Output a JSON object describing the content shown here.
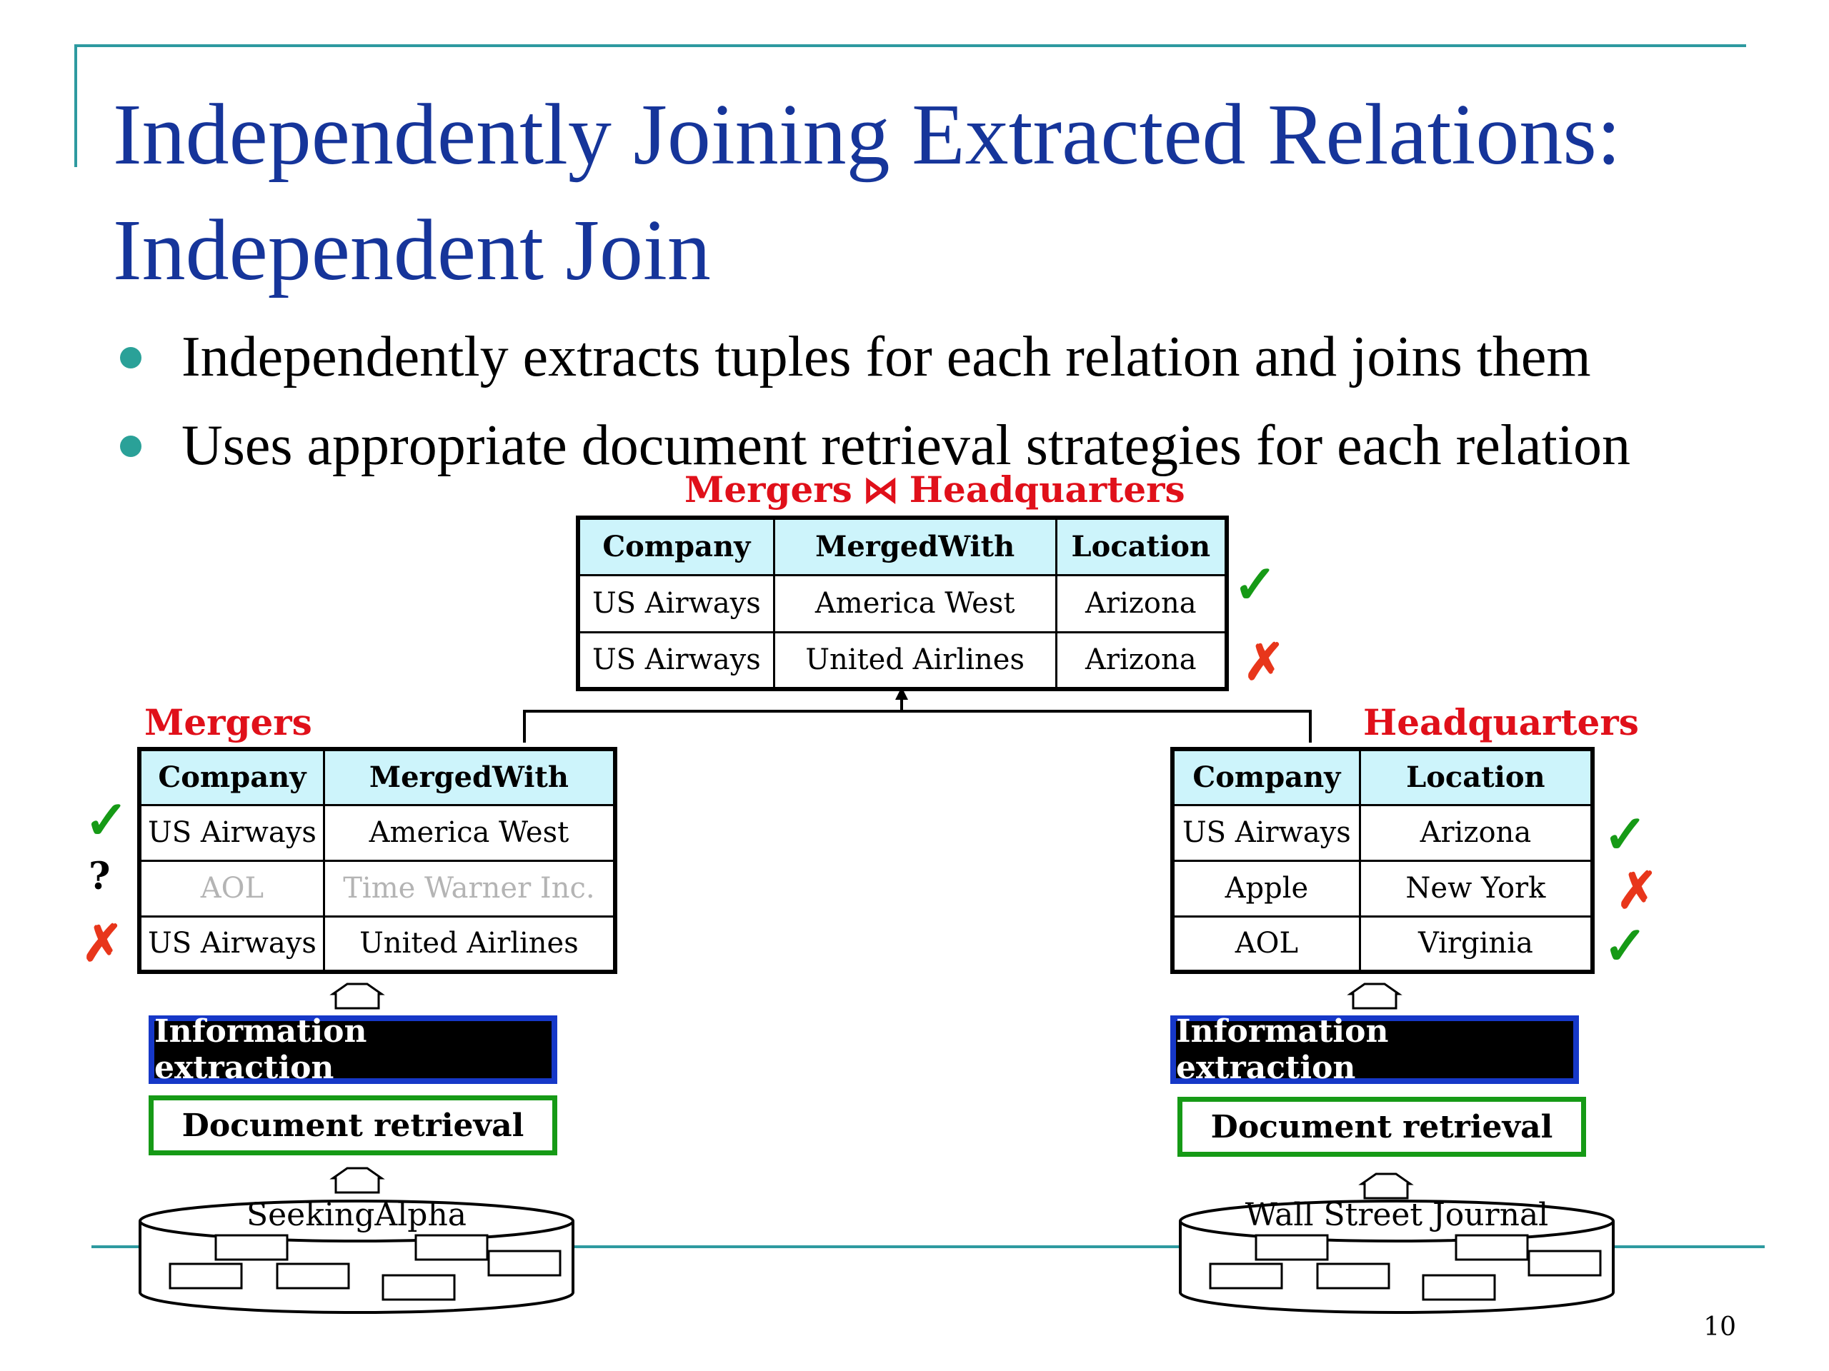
{
  "slide": {
    "title_line1": "Independently Joining Extracted Relations:",
    "title_line2": "Independent Join",
    "bullets": [
      "Independently extracts tuples for each relation and joins them",
      "Uses appropriate document retrieval strategies for each relation"
    ],
    "page_number": "10"
  },
  "join_label": {
    "left": "Mergers",
    "symbol": "⋈",
    "right": "Headquarters"
  },
  "join_table": {
    "headers": [
      "Company",
      "MergedWith",
      "Location"
    ],
    "rows": [
      {
        "cells": [
          "US Airways",
          "America West",
          "Arizona"
        ],
        "mark": "✓"
      },
      {
        "cells": [
          "US Airways",
          "United Airlines",
          "Arizona"
        ],
        "mark": "✗"
      }
    ]
  },
  "mergers": {
    "label": "Mergers",
    "headers": [
      "Company",
      "MergedWith"
    ],
    "rows": [
      {
        "cells": [
          "US Airways",
          "America West"
        ],
        "mark": "✓"
      },
      {
        "cells": [
          "AOL",
          "Time Warner Inc."
        ],
        "mark": "?"
      },
      {
        "cells": [
          "US Airways",
          "United Airlines"
        ],
        "mark": "✗"
      }
    ],
    "extraction_label": "Information extraction",
    "retrieval_label": "Document retrieval",
    "source": "SeekingAlpha"
  },
  "headquarters": {
    "label": "Headquarters",
    "headers": [
      "Company",
      "Location"
    ],
    "rows": [
      {
        "cells": [
          "US Airways",
          "Arizona"
        ],
        "mark": "✓"
      },
      {
        "cells": [
          "Apple",
          "New York"
        ],
        "mark": "✗"
      },
      {
        "cells": [
          "AOL",
          "Virginia"
        ],
        "mark": "✓"
      }
    ],
    "extraction_label": "Information extraction",
    "retrieval_label": "Document retrieval",
    "source": "Wall Street Journal"
  },
  "colors": {
    "title": "#16359a",
    "accent_rule": "#2e9aa0",
    "relation_label": "#e0101a",
    "table_header": "#cdf4fb",
    "check": "#169a16",
    "cross": "#e8361b",
    "extraction_border": "#1638c8",
    "retrieval_border": "#169a16"
  }
}
